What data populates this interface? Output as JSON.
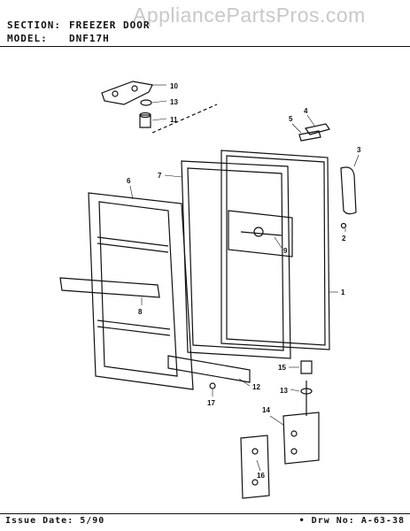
{
  "header": {
    "section_label": "SECTION:",
    "section_value": "FREEZER DOOR",
    "model_label": "MODEL:",
    "model_value": "DNF17H"
  },
  "watermark": "AppliancePartsPros.com",
  "footer": {
    "issue_date": "Issue Date: 5/90",
    "drawing_no": "• Drw No: A-63-38"
  },
  "callouts": [
    "10",
    "13",
    "11",
    "5",
    "4",
    "3",
    "7",
    "6",
    "2",
    "9",
    "1",
    "8",
    "15",
    "13",
    "12",
    "17",
    "14",
    "16"
  ]
}
